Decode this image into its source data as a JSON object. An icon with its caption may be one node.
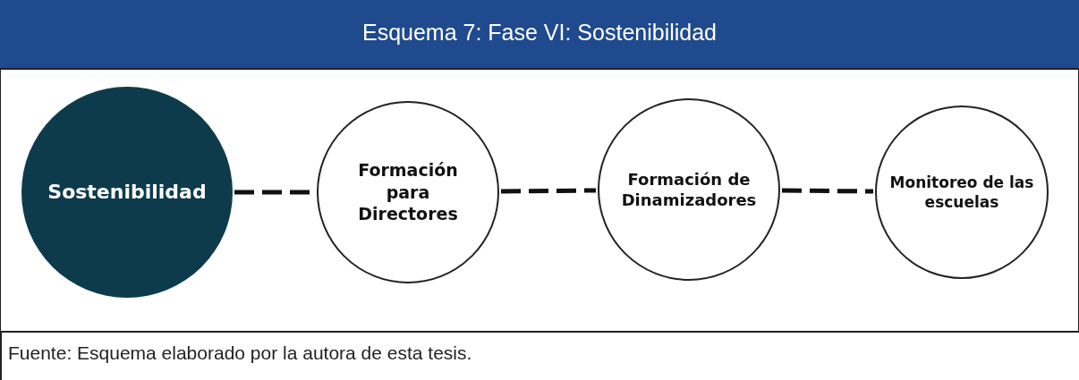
{
  "diagram": {
    "title": "Esquema 7: Fase VI: Sostenibilidad",
    "caption": "Fuente: Esquema elaborado por la autora de esta tesis.",
    "nodes": [
      {
        "text": [
          "Sostenibilidad"
        ]
      },
      {
        "text": [
          "Formación para Directores"
        ]
      },
      {
        "text": [
          "Formación de Dinamizadores"
        ]
      },
      {
        "text": [
          "Monitoreo de las escuelas"
        ]
      }
    ],
    "edges": [
      {
        "from": 0,
        "to": 1,
        "arrow": "none",
        "style": "dashed"
      },
      {
        "from": 1,
        "to": 2,
        "arrow": "none",
        "style": "dashed"
      },
      {
        "from": 2,
        "to": 3,
        "arrow": "none",
        "style": "dashed"
      }
    ]
  }
}
